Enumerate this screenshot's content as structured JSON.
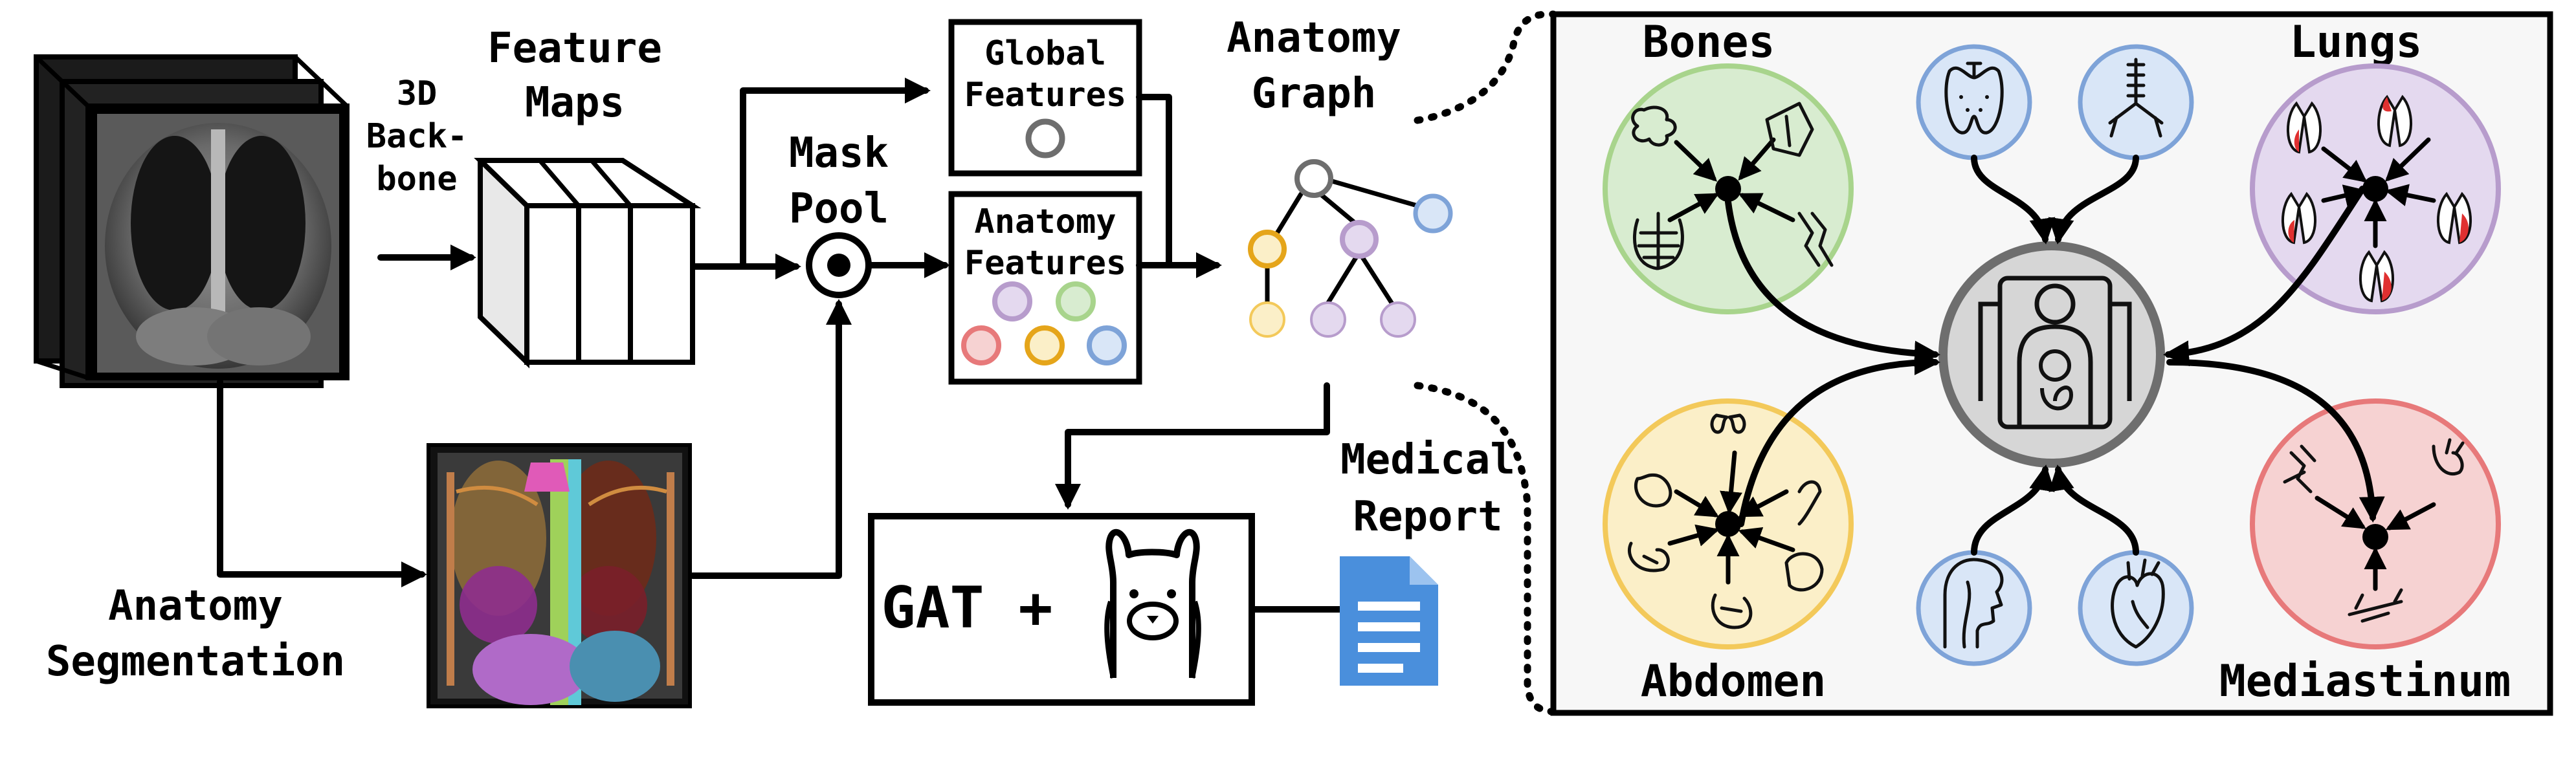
{
  "labels": {
    "backbone": [
      "3D",
      "Back-",
      "bone"
    ],
    "feature_maps": [
      "Feature",
      "Maps"
    ],
    "mask_pool": [
      "Mask",
      "Pool"
    ],
    "global_features": [
      "Global",
      "Features"
    ],
    "anatomy_features": [
      "Anatomy",
      "Features"
    ],
    "anatomy_graph": [
      "Anatomy",
      "Graph"
    ],
    "segmentation": [
      "Anatomy",
      "Segmentation"
    ],
    "gat": "GAT +",
    "medical_report": [
      "Medical",
      "Report"
    ]
  },
  "regions": {
    "bones": "Bones",
    "lungs": "Lungs",
    "abdomen": "Abdomen",
    "mediastinum": "Mediastinum"
  },
  "colors": {
    "green": "#a8d48c",
    "green_fill": "#d8ecd0",
    "purple": "#b79ccc",
    "purple_fill": "#e4d9ef",
    "yellow": "#f3c95a",
    "yellow_fill": "#fbefc8",
    "red": "#e7797a",
    "red_fill": "#f6d2d2",
    "blue": "#7ea3d8",
    "blue_fill": "#d9e6f7",
    "gray": "#6e6e6e",
    "gray_fill": "#d6d6d6",
    "orange": "#e5a51a",
    "doc_blue": "#4a8fdc",
    "panel_bg": "#f7f7f7"
  },
  "icons": [
    "ct-volume-stack",
    "feature-map-block",
    "mask-pool-operator",
    "llama-icon",
    "document-icon",
    "human-body-icon",
    "bones-icon",
    "lungs-icon",
    "abdomen-icon",
    "mediastinum-icon",
    "thyroid-icon",
    "trachea-icon",
    "throat-icon",
    "heart-icon"
  ]
}
